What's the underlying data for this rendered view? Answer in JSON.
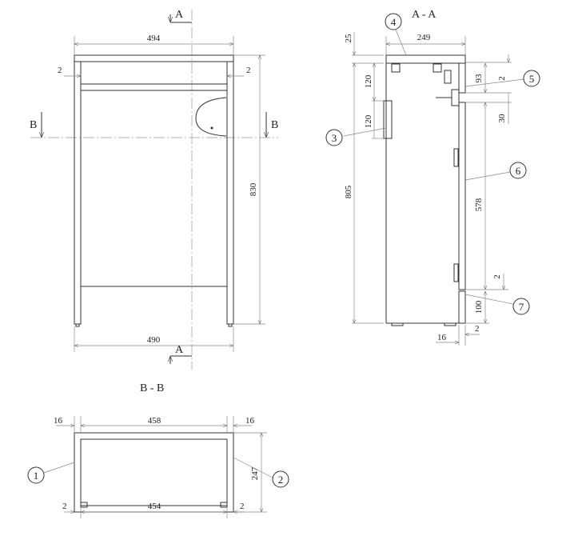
{
  "front_view": {
    "section_mark_a_top": "A",
    "section_mark_a_bottom": "A",
    "section_mark_b_left": "B",
    "section_mark_b_right": "B",
    "dim_top_width": "494",
    "dim_bottom_width": "490",
    "dim_height": "830",
    "dim_gap_left": "2",
    "dim_gap_right": "2"
  },
  "section_aa": {
    "title": "A - A",
    "dim_depth": "249",
    "dim_top_thickness": "25",
    "dim_body_height": "805",
    "dim_upper_120": "120",
    "dim_lower_120": "120",
    "dim_93": "93",
    "dim_gap_top": "2",
    "dim_30": "30",
    "dim_578": "578",
    "dim_gap_bottom": "2",
    "dim_100": "100",
    "dim_16": "16",
    "dim_gap_back": "2",
    "callouts": [
      "3",
      "4",
      "5",
      "6",
      "7"
    ]
  },
  "section_bb": {
    "title": "B - B",
    "dim_inner_width": "458",
    "dim_left_wall": "16",
    "dim_right_wall": "16",
    "dim_bottom_inner": "454",
    "dim_gap_left": "2",
    "dim_gap_right": "2",
    "dim_depth": "247",
    "callouts": [
      "1",
      "2"
    ]
  }
}
